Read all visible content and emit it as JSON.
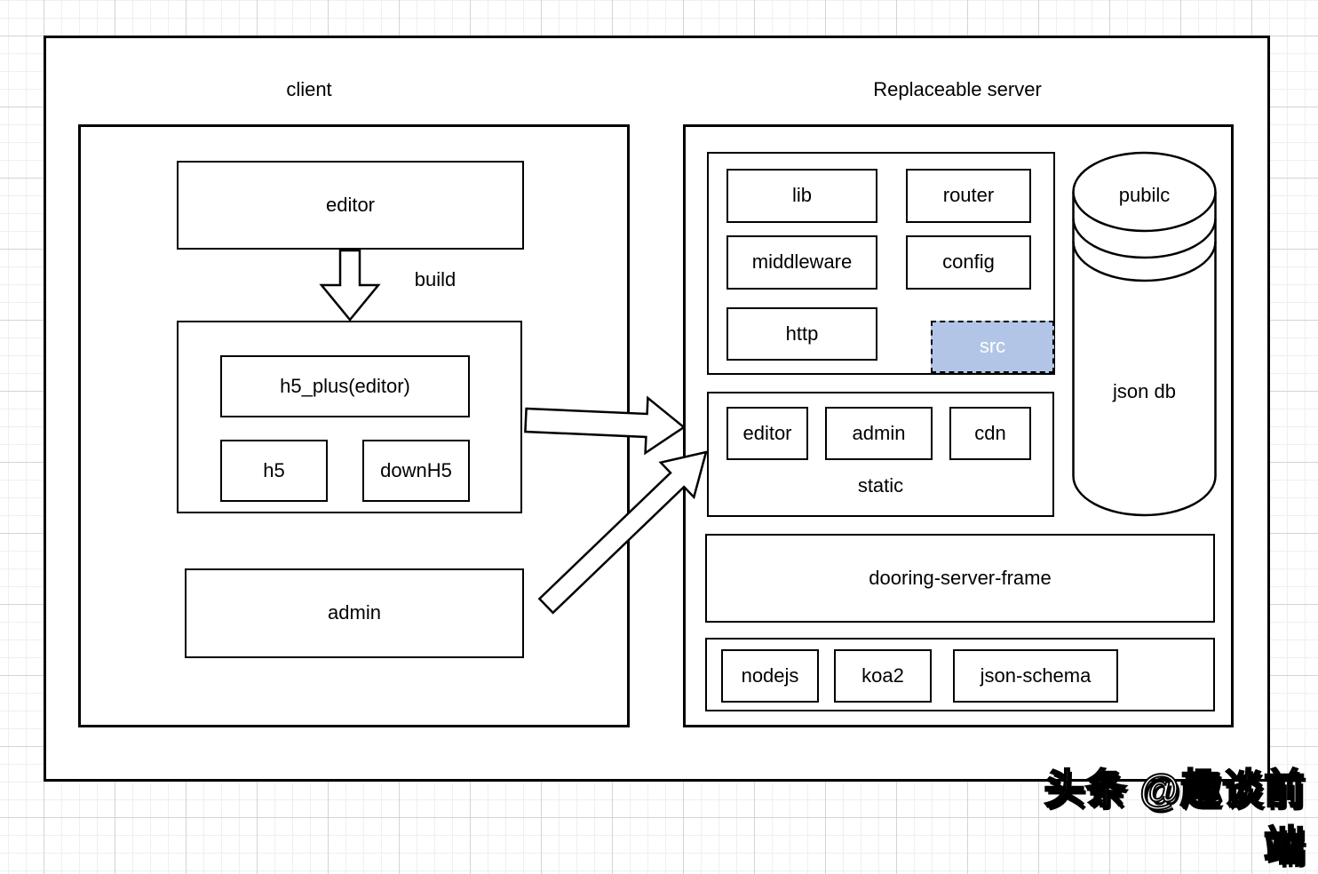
{
  "client": {
    "label": "client",
    "editor": "editor",
    "build": "build",
    "h5_plus": "h5_plus(editor)",
    "h5": "h5",
    "downh5": "downH5",
    "admin": "admin"
  },
  "server": {
    "label": "Replaceable server",
    "modules": [
      "lib",
      "router",
      "middleware",
      "config",
      "http"
    ],
    "src": "src",
    "static_items": [
      "editor",
      "admin",
      "cdn"
    ],
    "static_label": "static",
    "frame": "dooring-server-frame",
    "stack": [
      "nodejs",
      "koa2",
      "json-schema"
    ],
    "db": {
      "top": "pubilc",
      "body": "json db"
    }
  },
  "watermark": {
    "text": "头条 @趣谈前端"
  },
  "colors": {
    "src_fill": "#b2c5e6",
    "src_text": "#ffffff",
    "line": "#000000",
    "grid_minor": "#efefef",
    "grid_major": "#d4d4d4"
  }
}
